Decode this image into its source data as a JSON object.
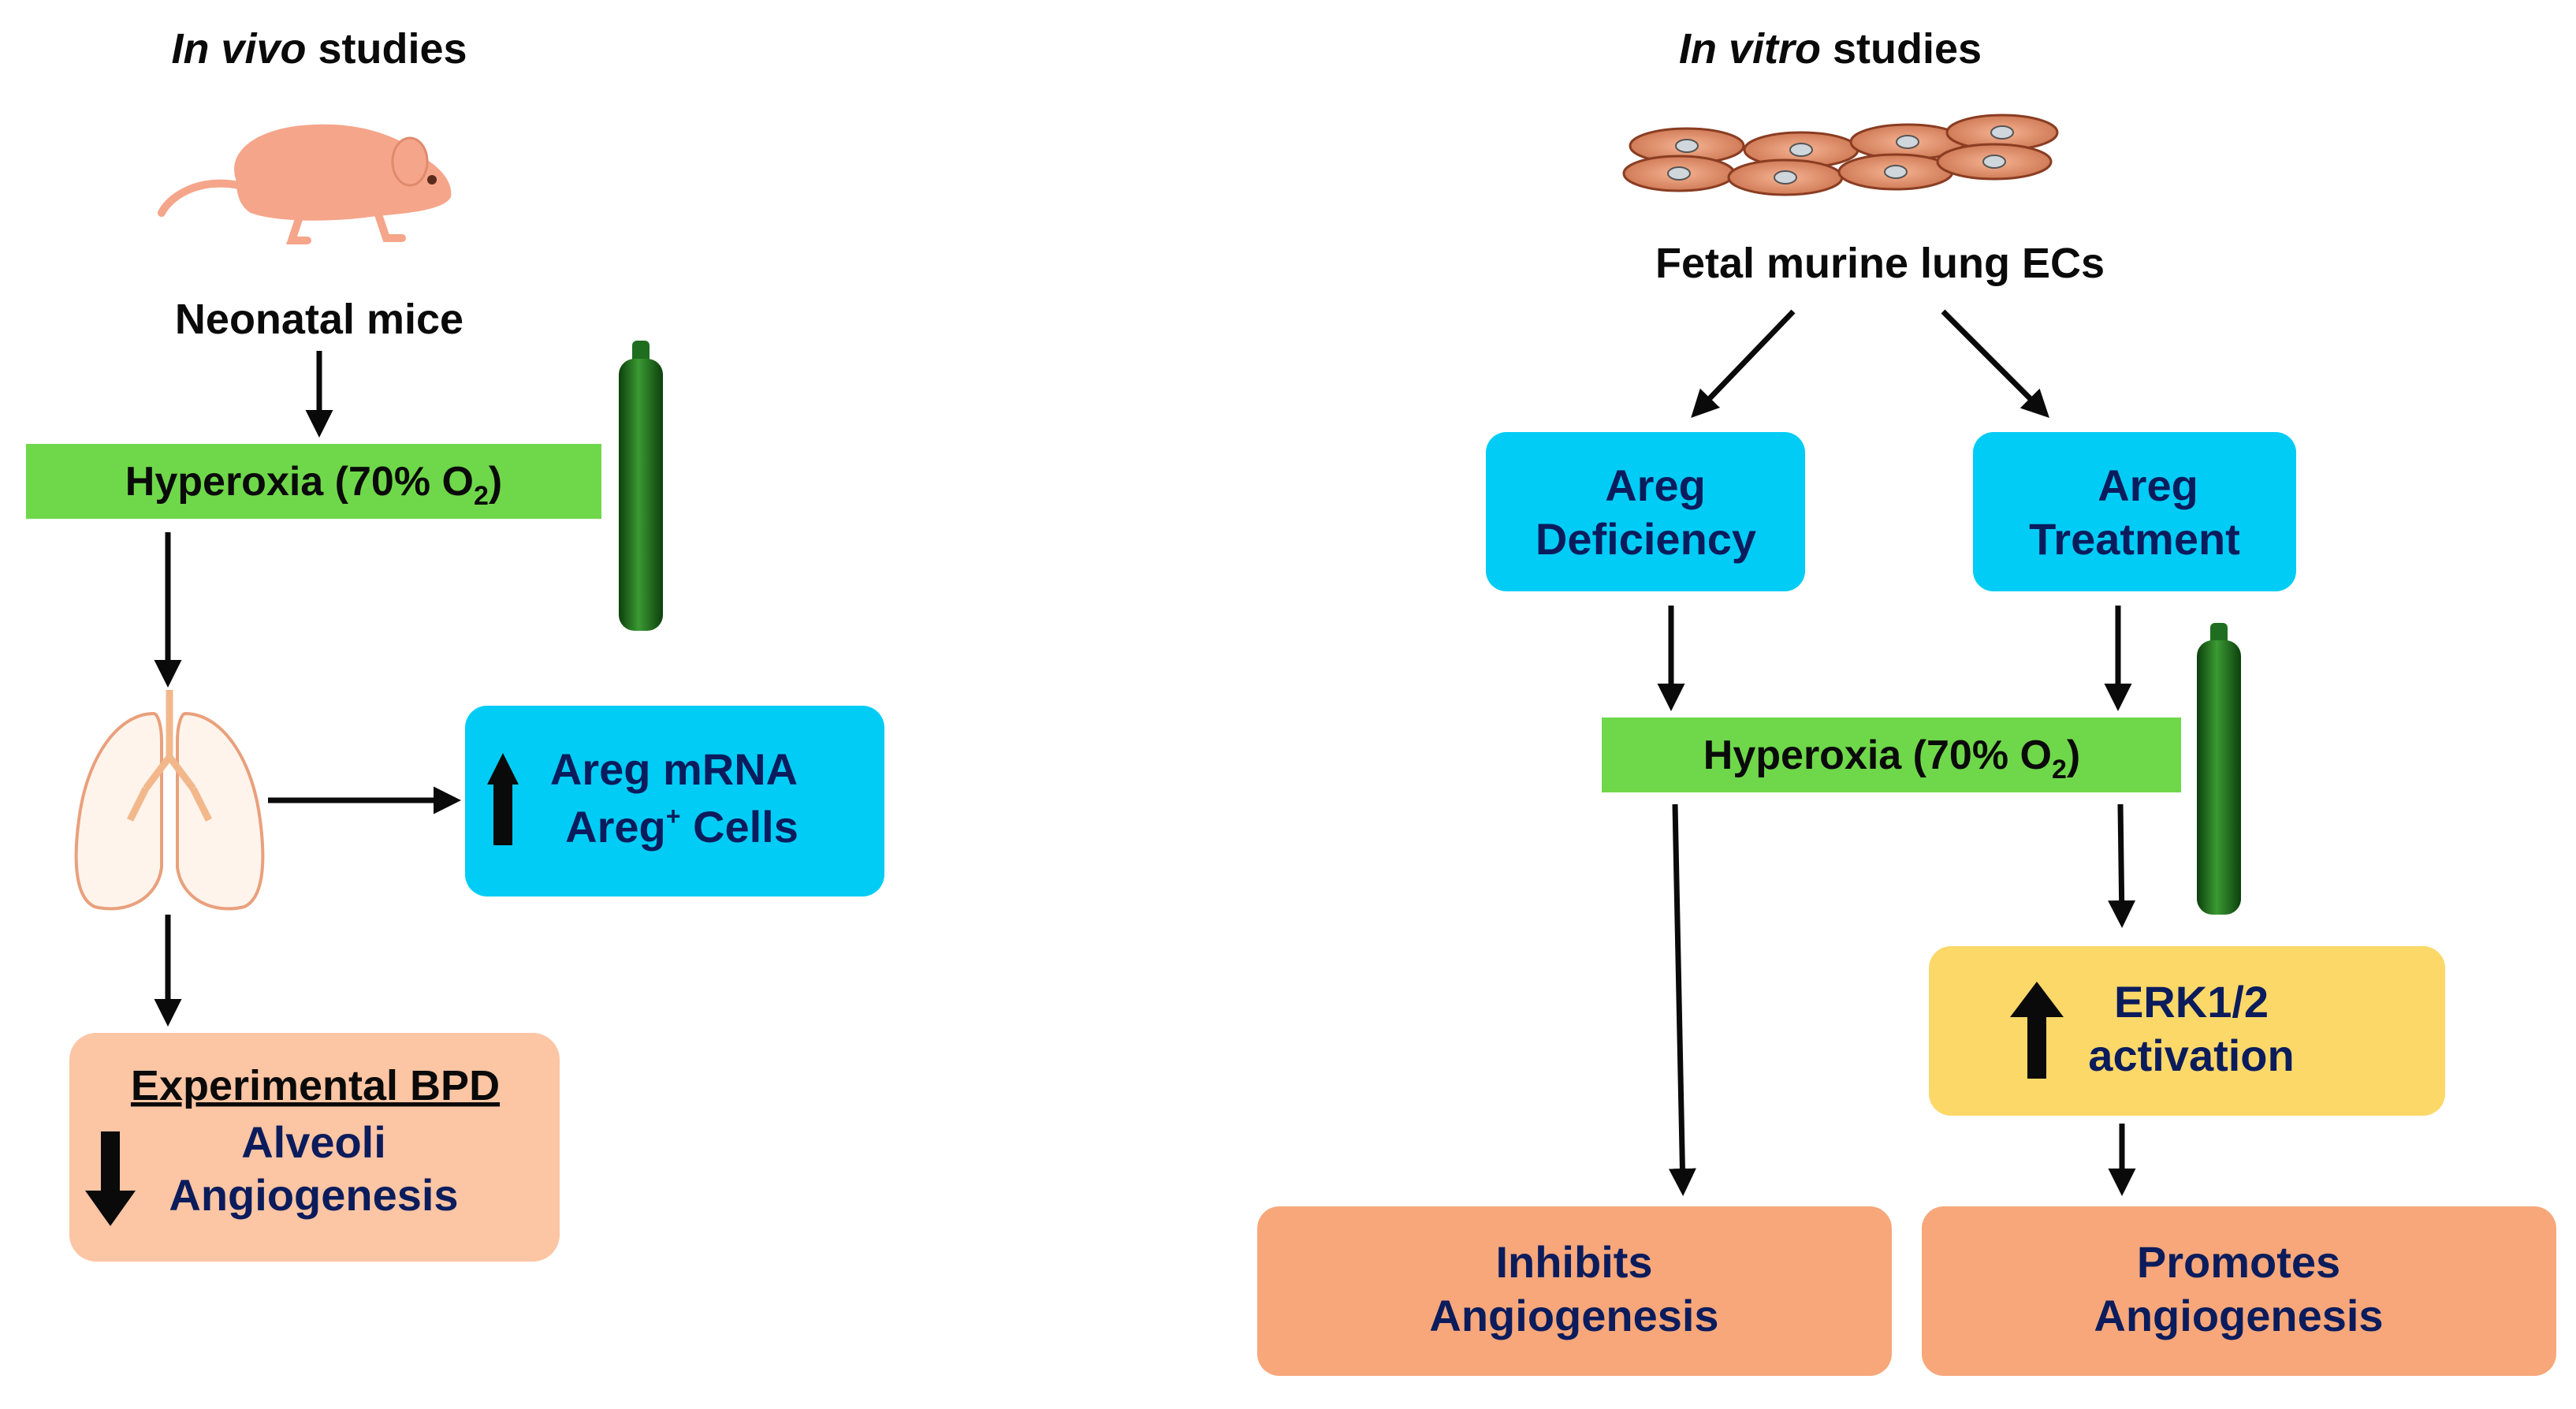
{
  "left": {
    "heading_italic": "In vivo",
    "heading_rest": " studies",
    "subject": "Neonatal mice",
    "hyperoxia_prefix": "Hyperoxia (70% O",
    "hyperoxia_sub": "2",
    "hyperoxia_suffix": ")",
    "result_box": {
      "line1": "Areg mRNA",
      "line2_a": "Areg",
      "line2_sup": "+",
      "line2_b": " Cells"
    },
    "bpd_box": {
      "title": "Experimental BPD",
      "line1": "Alveoli",
      "line2": "Angiogenesis"
    }
  },
  "right": {
    "heading_italic": "In vitro",
    "heading_rest": " studies",
    "subject": "Fetal murine lung ECs",
    "deficiency_box": {
      "line1": "Areg",
      "line2": "Deficiency"
    },
    "treatment_box": {
      "line1": "Areg",
      "line2": "Treatment"
    },
    "hyperoxia_prefix": "Hyperoxia (70% O",
    "hyperoxia_sub": "2",
    "hyperoxia_suffix": ")",
    "erk_box": {
      "line1": "ERK1/2",
      "line2": "activation"
    },
    "inhibits_box": {
      "line1": "Inhibits",
      "line2": "Angiogenesis"
    },
    "promotes_box": {
      "line1": "Promotes",
      "line2": "Angiogenesis"
    }
  },
  "colors": {
    "green_bar": "#6fd84a",
    "cyan_box": "#00ccf5",
    "peach_box": "#fcc5a4",
    "orange_box": "#f7a77a",
    "yellow_box": "#fcd868",
    "cylinder": "#1f6e1f",
    "mouse": "#f5a58a",
    "cells": "#e8906c",
    "text_dark": "#0a0a0a",
    "text_navy": "#0b1c5c"
  },
  "icons": [
    "mouse-icon",
    "oxygen-cylinder-icon",
    "lungs-icon",
    "endothelial-cells-icon",
    "up-arrow-icon",
    "down-arrow-icon"
  ]
}
